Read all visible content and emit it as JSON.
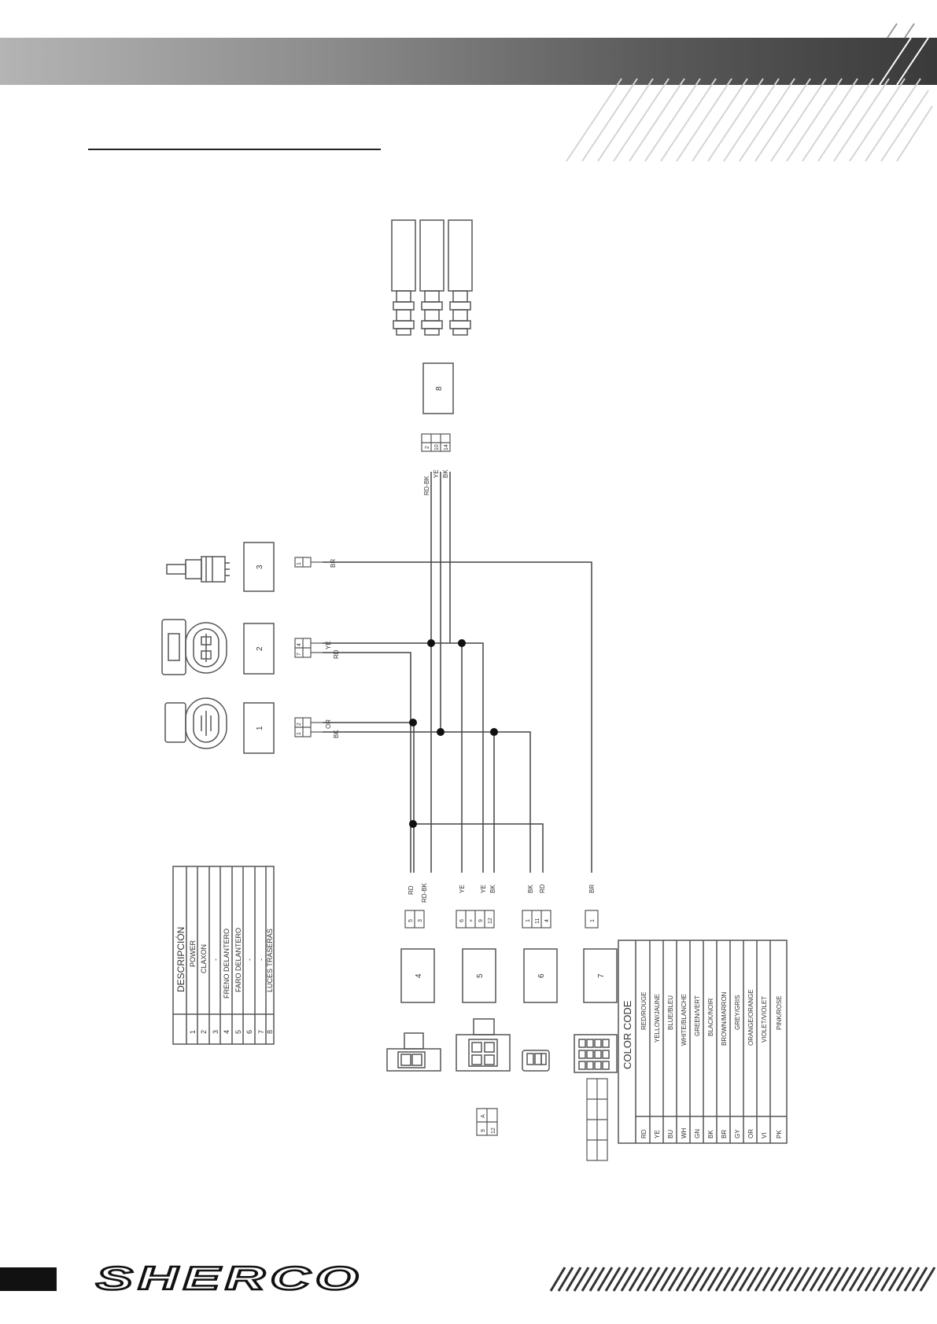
{
  "brand": {
    "logo_text": "SHERCO"
  },
  "description_table": {
    "header": "DESCRIPCIÓN",
    "rows": [
      {
        "num": "1",
        "label": "POWER"
      },
      {
        "num": "2",
        "label": "CLAXON"
      },
      {
        "num": "3",
        "label": "-"
      },
      {
        "num": "4",
        "label": "FRENO DELANTERO"
      },
      {
        "num": "5",
        "label": "FARO DELANTERO"
      },
      {
        "num": "6",
        "label": "-"
      },
      {
        "num": "7",
        "label": "-"
      },
      {
        "num": "8",
        "label": "LUCES TRASERAS"
      }
    ]
  },
  "color_code": {
    "header": "COLOR CODE",
    "rows": [
      {
        "code": "RD",
        "name": "RED/ROUGE"
      },
      {
        "code": "YE",
        "name": "YELLOW/JAUNE"
      },
      {
        "code": "BU",
        "name": "BLUE/BLEU"
      },
      {
        "code": "WH",
        "name": "WHITE/BLANCHE"
      },
      {
        "code": "GN",
        "name": "GREEN/VERT"
      },
      {
        "code": "BK",
        "name": "BLACK/NOIR"
      },
      {
        "code": "BR",
        "name": "BROWN/MARRON"
      },
      {
        "code": "GY",
        "name": "GREY/GRIS"
      },
      {
        "code": "OR",
        "name": "ORANGE/ORANGE"
      },
      {
        "code": "VI",
        "name": "VIOLET/VIOLET"
      },
      {
        "code": "PK",
        "name": "PINK/ROSE"
      }
    ]
  },
  "components": {
    "c1": "1",
    "c2": "2",
    "c3": "3",
    "c4": "4",
    "c5": "5",
    "c6": "6",
    "c7": "7",
    "c8": "8"
  },
  "pins": {
    "c1_a": "2",
    "c1_b": "1",
    "c2_a": "4",
    "c2_b": "7",
    "c3_a": "1",
    "c8_a": "2",
    "c8_b": "10",
    "c8_c": "14",
    "c4_a": "5",
    "c4_b": "3",
    "c5_a": "6",
    "c5_b": "+",
    "c5_c": "9",
    "c5_d": "12",
    "c6_a": "1",
    "c6_b": "11",
    "c6_c": "4",
    "c7_a": "1",
    "small_a": "9",
    "small_b": "A",
    "small_c": "12"
  },
  "wires": {
    "c1_a": "OR",
    "c1_b": "BK",
    "c2_a": "YE",
    "c2_b": "RD",
    "c3_a": "BR",
    "c8_a": "RD-BK",
    "c8_b": "YE",
    "c8_c": "BK",
    "c4_a": "RD",
    "c4_b": "RD-BK",
    "c5_a": "YE",
    "c5_b": "YE",
    "c5_c": "BK",
    "c6_a": "BK",
    "c6_b": "RD",
    "c7_a": "BR"
  }
}
